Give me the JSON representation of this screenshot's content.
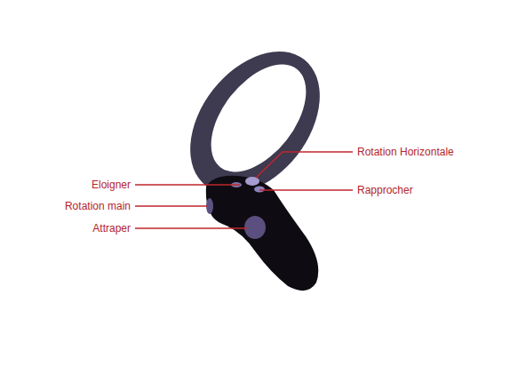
{
  "diagram": {
    "labels": [
      "Rotation Horizontale",
      "Eloigner",
      "Rapprocher",
      "Rotation main",
      "Attraper"
    ]
  }
}
